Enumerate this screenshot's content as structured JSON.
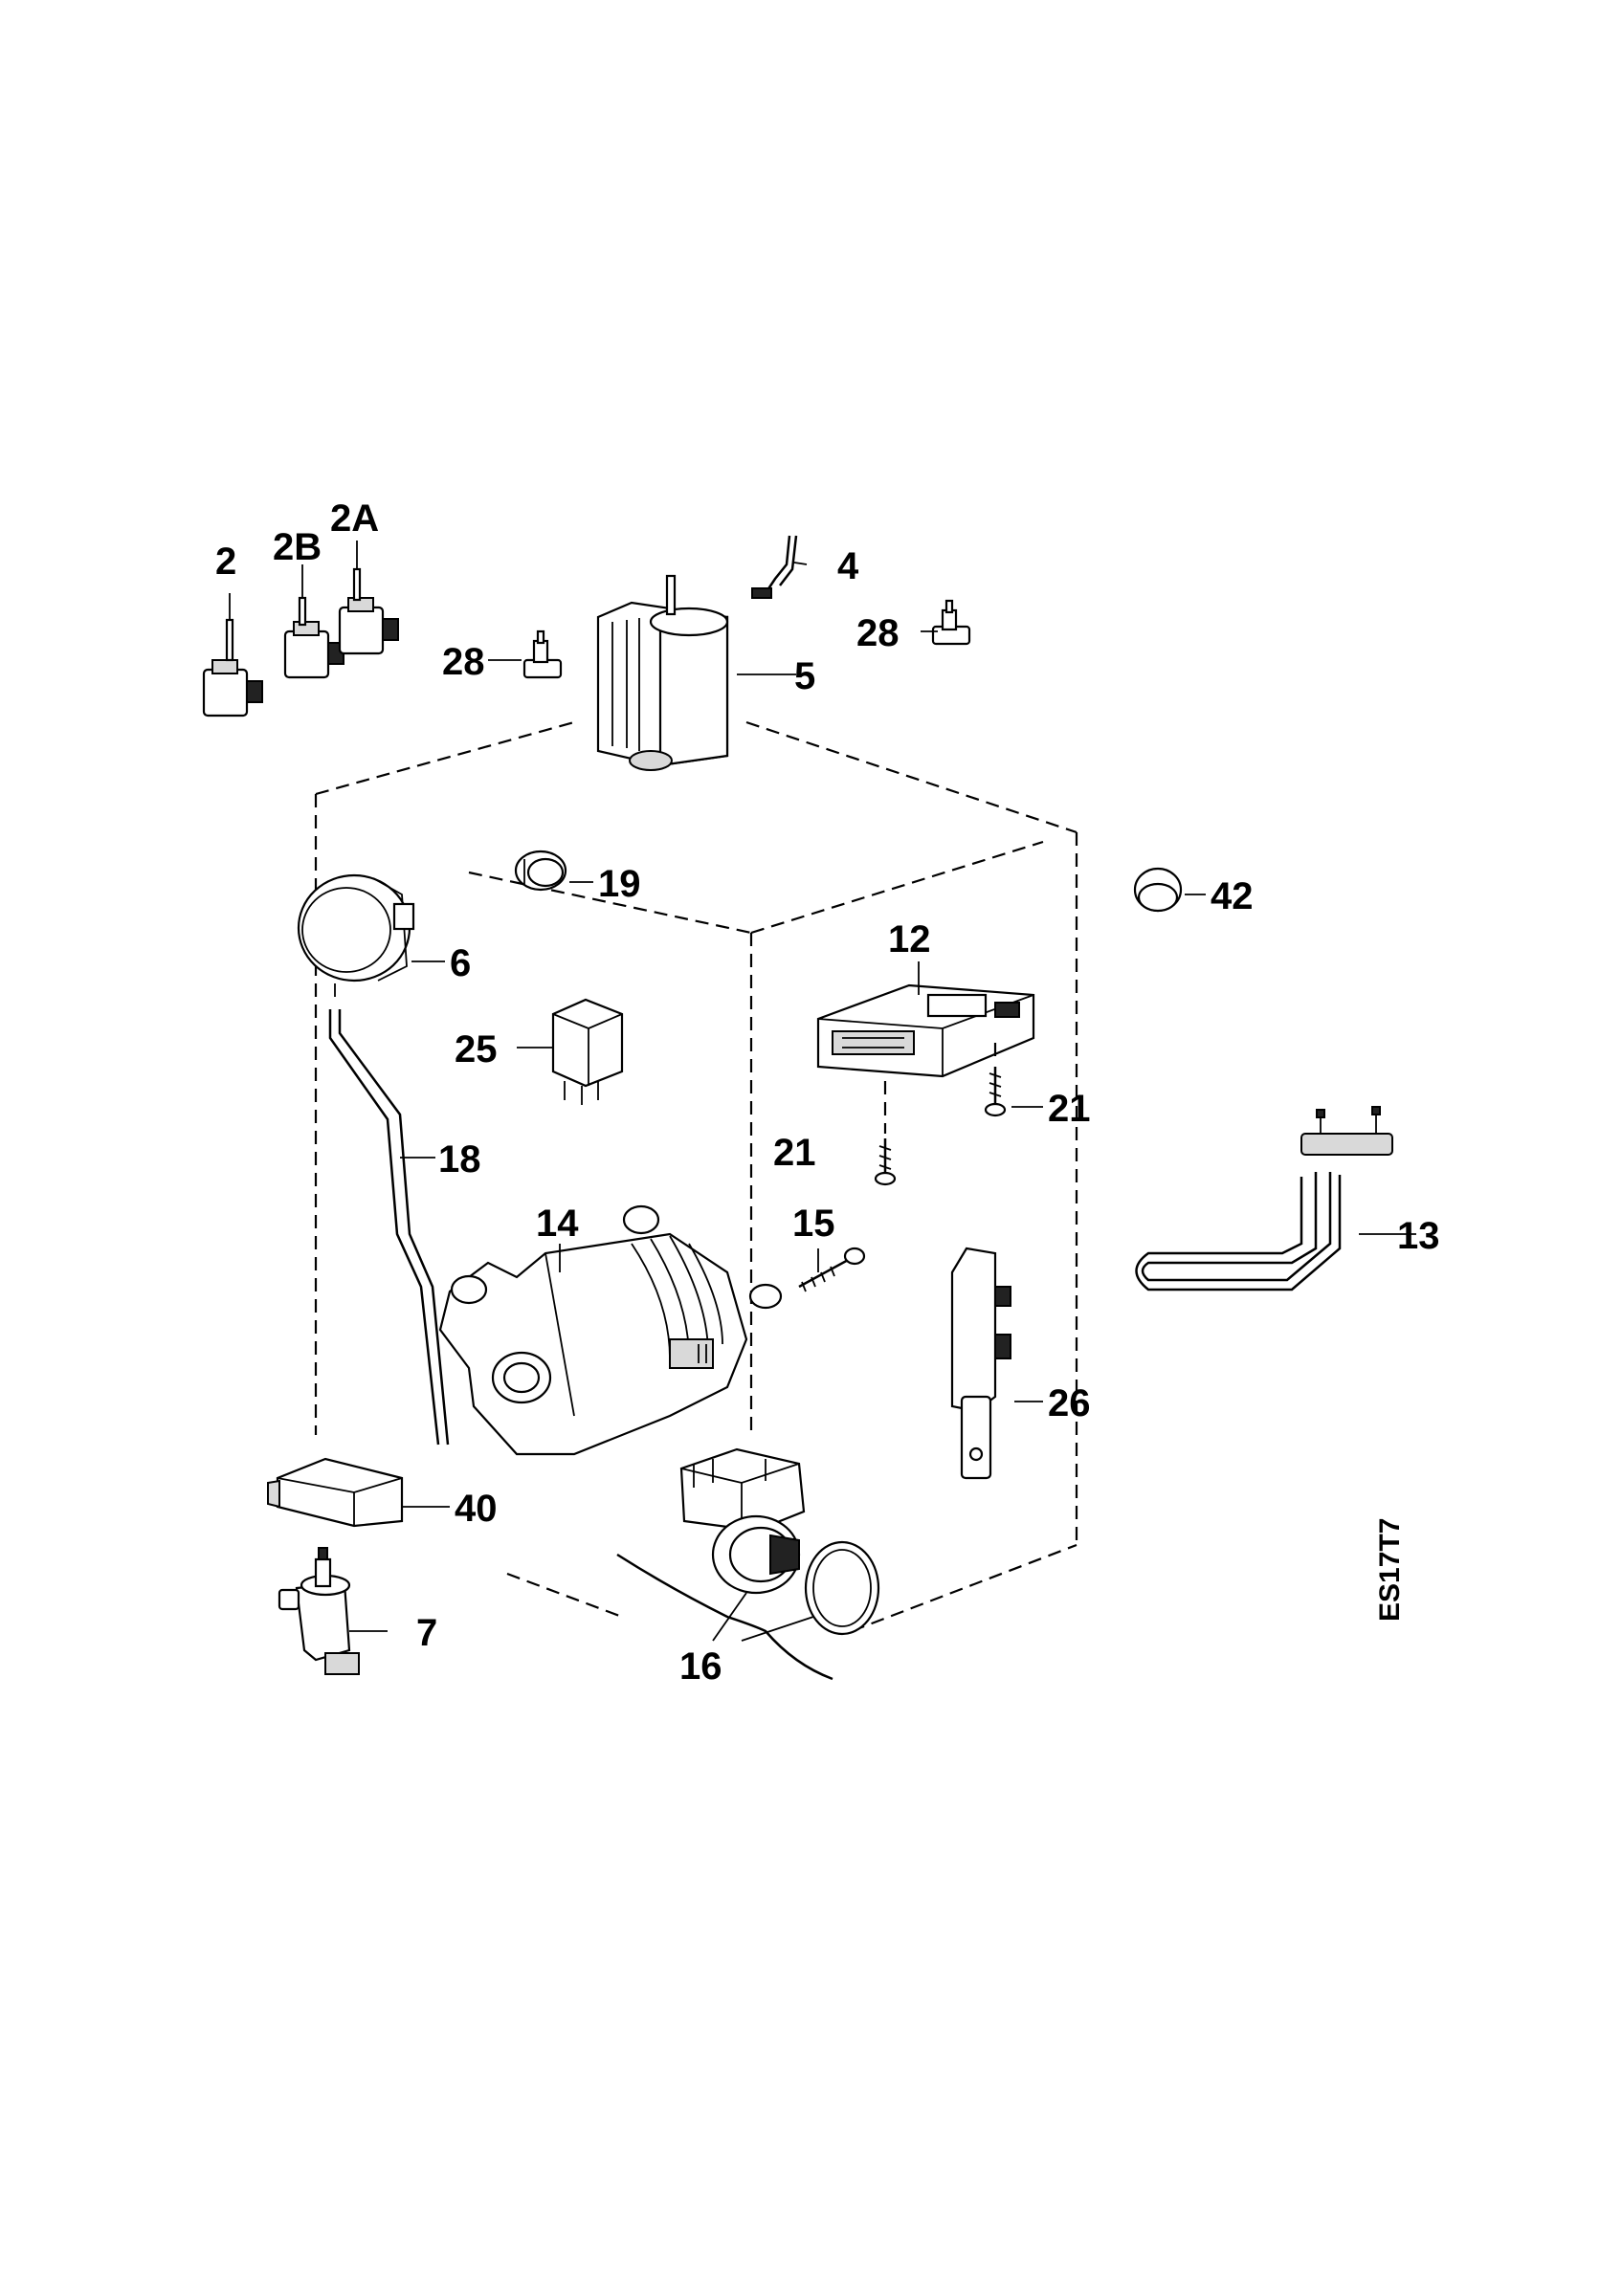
{
  "diagram": {
    "drawing_code": "ES17T7",
    "labels": {
      "l2": "2",
      "l2b": "2B",
      "l2a": "2A",
      "l4": "4",
      "l5": "5",
      "l28a": "28",
      "l28b": "28",
      "l19": "19",
      "l42": "42",
      "l6": "6",
      "l12": "12",
      "l25": "25",
      "l21a": "21",
      "l21b": "21",
      "l18": "18",
      "l13": "13",
      "l14": "14",
      "l15": "15",
      "l26": "26",
      "l40": "40",
      "l7": "7",
      "l16": "16"
    }
  }
}
